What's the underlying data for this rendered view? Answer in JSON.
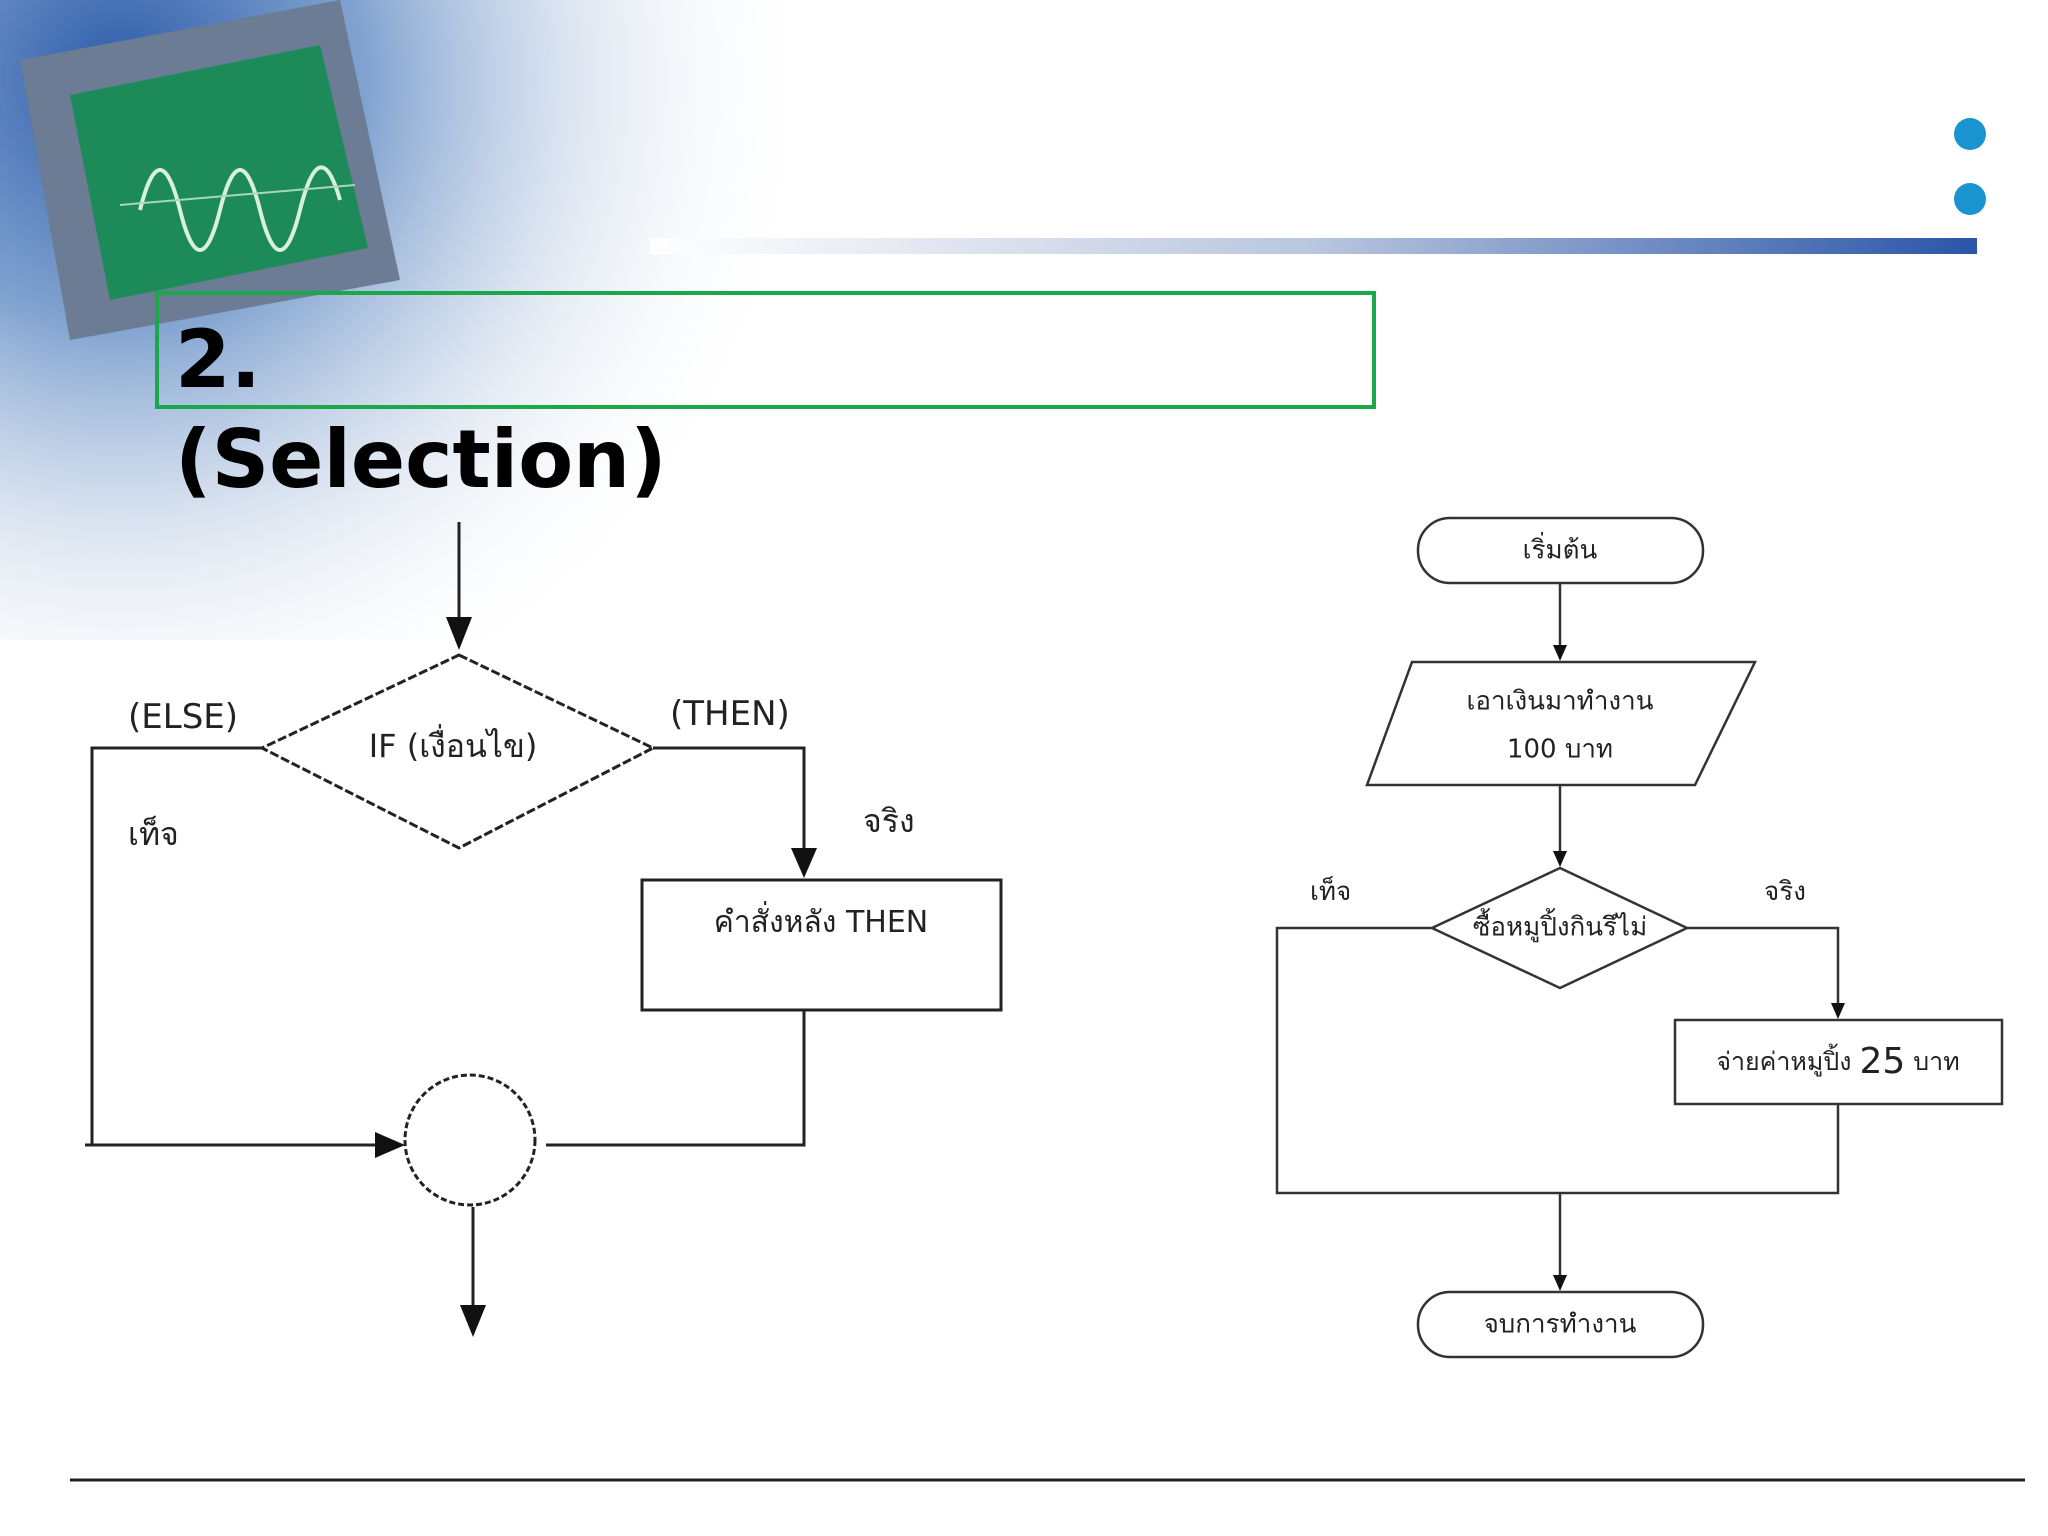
{
  "title": {
    "number": "2.",
    "subtitle": "(Selection)"
  },
  "general_flow": {
    "else_label": "(ELSE)",
    "then_label": "(THEN)",
    "condition": "IF (เงื่อนไข)",
    "false_label": "เท็จ",
    "true_label": "จริง",
    "then_action": "คำสั่งหลัง THEN"
  },
  "example_flow": {
    "start": "เริ่มต้น",
    "input_line1": "เอาเงินมาทำงาน",
    "input_line2": "100 บาท",
    "condition": "ซื้อหมูปิ้งกินรึไม่",
    "false_label": "เท็จ",
    "true_label": "จริง",
    "action_prefix": "จ่ายค่าหมูปิ้ง",
    "action_amount": "25",
    "action_suffix": "บาท",
    "end": "จบการทำงาน"
  },
  "colors": {
    "title_border": "#1aa84a",
    "bullet": "#1a93d1",
    "header_bar": "#2a55a8"
  }
}
